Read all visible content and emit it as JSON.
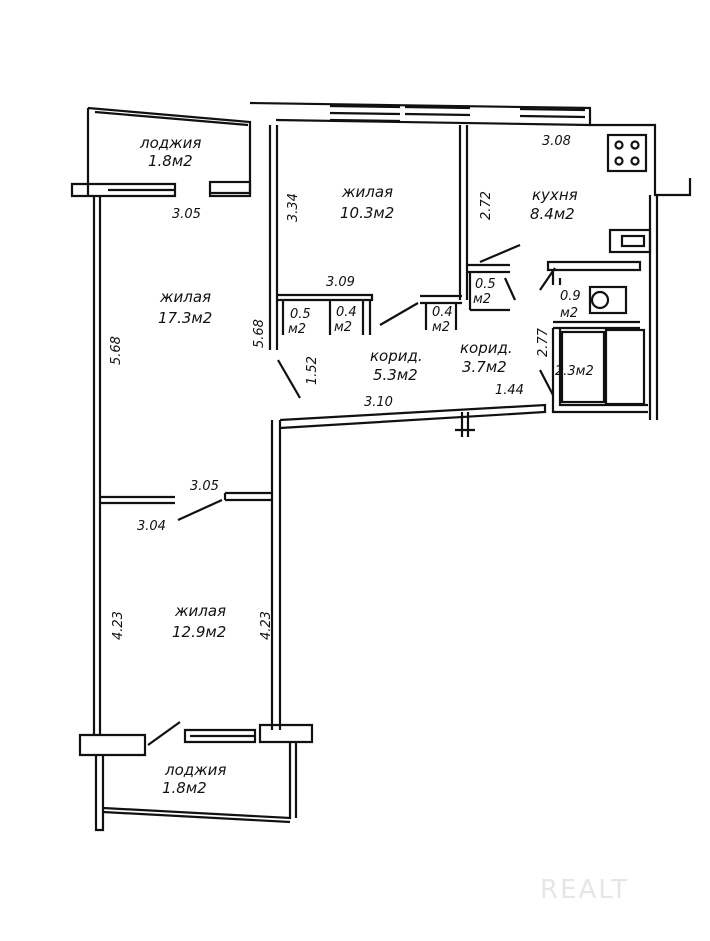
{
  "plan": {
    "rooms": {
      "loggia_top": {
        "name": "лоджия",
        "area": "1.8м2"
      },
      "room_mid": {
        "name": "жилая",
        "area": "10.3м2"
      },
      "kitchen": {
        "name": "кухня",
        "area": "8.4м2"
      },
      "room_big": {
        "name": "жилая",
        "area": "17.3м2"
      },
      "room_bottom": {
        "name": "жилая",
        "area": "12.9м2"
      },
      "loggia_bottom": {
        "name": "лоджия",
        "area": "1.8м2"
      },
      "corridor_1": {
        "name": "корид.",
        "area": "5.3м2"
      },
      "corridor_2": {
        "name": "корид.",
        "area": "3.7м2"
      },
      "closet_1": {
        "area1": "0.5",
        "area2": "м2"
      },
      "closet_2": {
        "area1": "0.4",
        "area2": "м2"
      },
      "closet_3": {
        "area1": "0.4",
        "area2": "м2"
      },
      "closet_4": {
        "area1": "0.5",
        "area2": "м2"
      },
      "wc": {
        "area1": "0.9",
        "area2": "м2"
      },
      "bath": {
        "area": "2.3м2"
      }
    },
    "dimensions": {
      "top_3_05": "3.05",
      "room_mid_h": "3.34",
      "kitchen_w": "3.08",
      "kitchen_h": "2.72",
      "room_mid_w": "3.09",
      "big_h_left": "5.68",
      "big_h_right": "5.68",
      "corr_1_52": "1.52",
      "corr_3_10": "3.10",
      "bath_2_77": "2.77",
      "bath_1_44": "1.44",
      "mid_3_05": "3.05",
      "mid_3_04": "3.04",
      "bottom_h_left": "4.23",
      "bottom_h_right": "4.23"
    },
    "watermark": "REALT"
  }
}
